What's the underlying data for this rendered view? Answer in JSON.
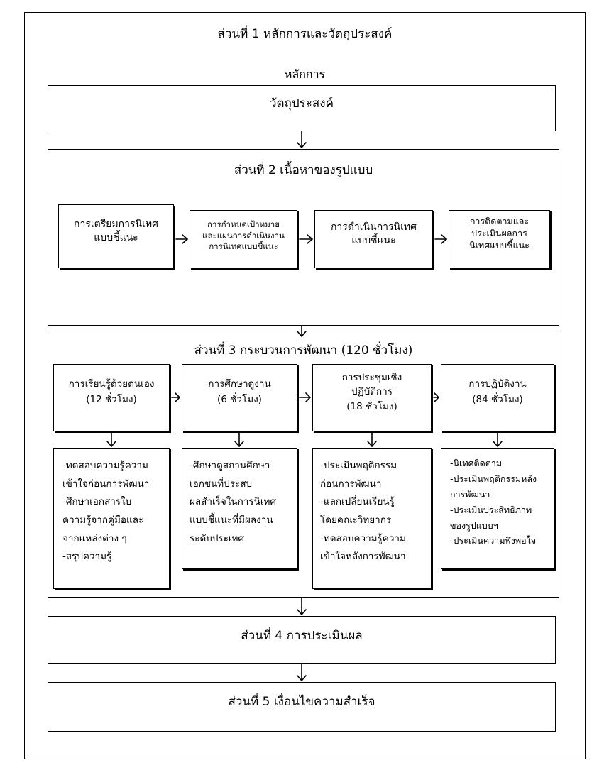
{
  "part1": {
    "title": "ส่วนที่ 1 หลักการและวัตถุประสงค์",
    "principle": "หลักการ",
    "objective": "วัตถุประสงค์"
  },
  "part2": {
    "title": "ส่วนที่ 2 เนื้อหาของรูปแบบ",
    "steps": [
      {
        "lines": [
          "การเตรียมการนิเทศ",
          "แบบชี้แนะ"
        ]
      },
      {
        "lines": [
          "การกำหนดเป้าหมาย",
          "และแผนการดำเนินงาน",
          "การนิเทศแบบชี้แนะ"
        ]
      },
      {
        "lines": [
          "การดำเนินการนิเทศ",
          "แบบชี้แนะ"
        ]
      },
      {
        "lines": [
          "การติดตามและ",
          "ประเมินผลการ",
          "นิเทศแบบชี้แนะ"
        ]
      }
    ]
  },
  "part3": {
    "title": "ส่วนที่ 3 กระบวนการพัฒนา (120 ชั่วโมง)",
    "stages": [
      {
        "lines": [
          "การเรียนรู้ด้วยตนเอง",
          "(12 ชั่วโมง)"
        ],
        "details": [
          "-ทดสอบความรู้ความ",
          "เข้าใจก่อนการพัฒนา",
          "-ศึกษาเอกสารใบ",
          "ความรู้จากคู่มือและ",
          "จากแหล่งต่าง ๆ",
          "-สรุปความรู้"
        ]
      },
      {
        "lines": [
          "การศึกษาดูงาน",
          "(6 ชั่วโมง)"
        ],
        "details": [
          "-ศึกษาดูสถานศึกษา",
          "เอกชนที่ประสบ",
          "ผลสำเร็จในการนิเทศ",
          "แบบชี้แนะที่มีผลงาน",
          "ระดับประเทศ"
        ]
      },
      {
        "lines": [
          "การประชุมเชิง",
          "ปฏิบัติการ",
          "(18 ชั่วโมง)"
        ],
        "details": [
          "-ประเมินพฤติกรรม",
          "ก่อนการพัฒนา",
          "-แลกเปลี่ยนเรียนรู้",
          "โดยคณะวิทยากร",
          "-ทดสอบความรู้ความ",
          "เข้าใจหลังการพัฒนา"
        ]
      },
      {
        "lines": [
          "การปฏิบัติงาน",
          "(84 ชั่วโมง)"
        ],
        "details": [
          "-นิเทศติดตาม",
          "-ประเมินพฤติกรรมหลัง",
          "การพัฒนา",
          "-ประเมินประสิทธิภาพ",
          "ของรูปแบบฯ",
          "-ประเมินความพึงพอใจ"
        ]
      }
    ]
  },
  "part4": {
    "title": "ส่วนที่ 4 การประเมินผล"
  },
  "part5": {
    "title": "ส่วนที่ 5 เงื่อนไขความสำเร็จ"
  }
}
